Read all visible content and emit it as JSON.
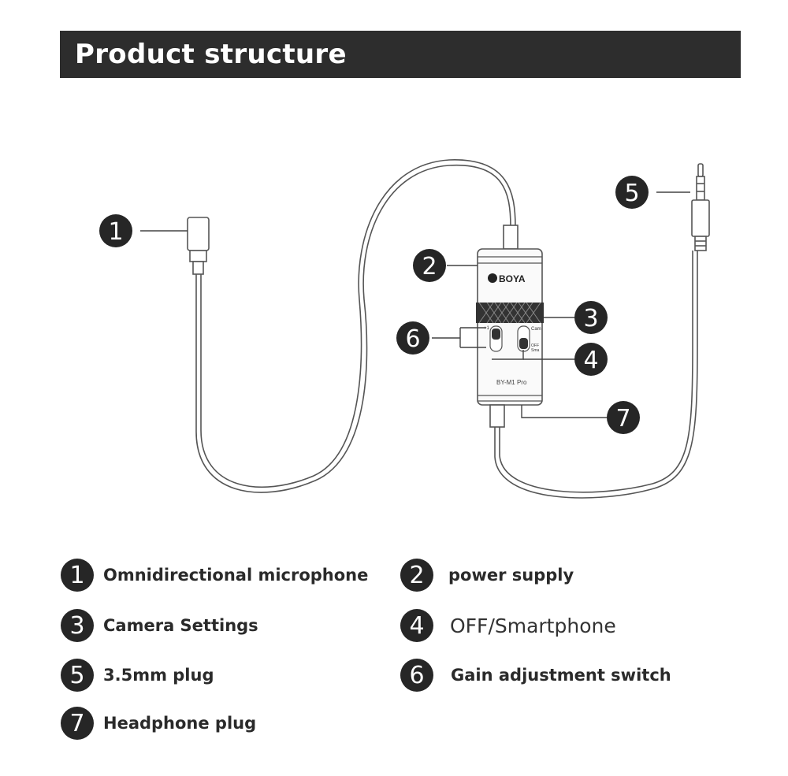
{
  "header": {
    "title": "Product structure"
  },
  "device": {
    "brand": "BOYA",
    "model": "BY-M1 Pro",
    "switch_left_top": "+1",
    "switch_right_top": "Cam",
    "switch_right_bottom_1": "OFF",
    "switch_right_bottom_2": "Sma"
  },
  "callouts": [
    {
      "num": "1"
    },
    {
      "num": "2"
    },
    {
      "num": "3"
    },
    {
      "num": "4"
    },
    {
      "num": "5"
    },
    {
      "num": "6"
    },
    {
      "num": "7"
    }
  ],
  "legend": [
    {
      "num": "1",
      "label": "Omnidirectional microphone"
    },
    {
      "num": "2",
      "label": "power supply"
    },
    {
      "num": "3",
      "label": "Camera Settings"
    },
    {
      "num": "4",
      "label": "OFF/Smartphone"
    },
    {
      "num": "5",
      "label": "3.5mm plug"
    },
    {
      "num": "6",
      "label": "Gain adjustment switch"
    },
    {
      "num": "7",
      "label": "Headphone plug"
    }
  ]
}
